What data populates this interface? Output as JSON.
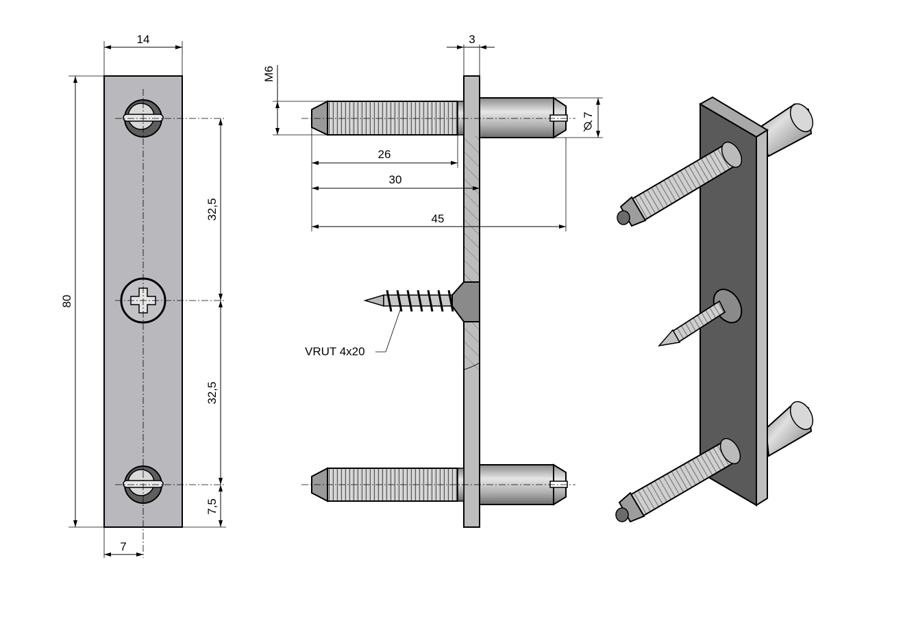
{
  "dimensions": {
    "front_width": "14",
    "front_height": "80",
    "spacing_top": "32,5",
    "spacing_bottom": "32,5",
    "edge_offset": "7,5",
    "center_offset": "7",
    "plate_thickness": "3",
    "thread_size": "M6",
    "pin_diameter": "7",
    "thread_length": "26",
    "insert_length": "30",
    "total_length": "45"
  },
  "labels": {
    "screw": "VRUT 4x20"
  },
  "colors": {
    "plate": "#b9b9bd",
    "plate_dark": "#5a5a5a",
    "pin": "#bcbcbc",
    "hatch": "#555555",
    "line": "#000000"
  }
}
